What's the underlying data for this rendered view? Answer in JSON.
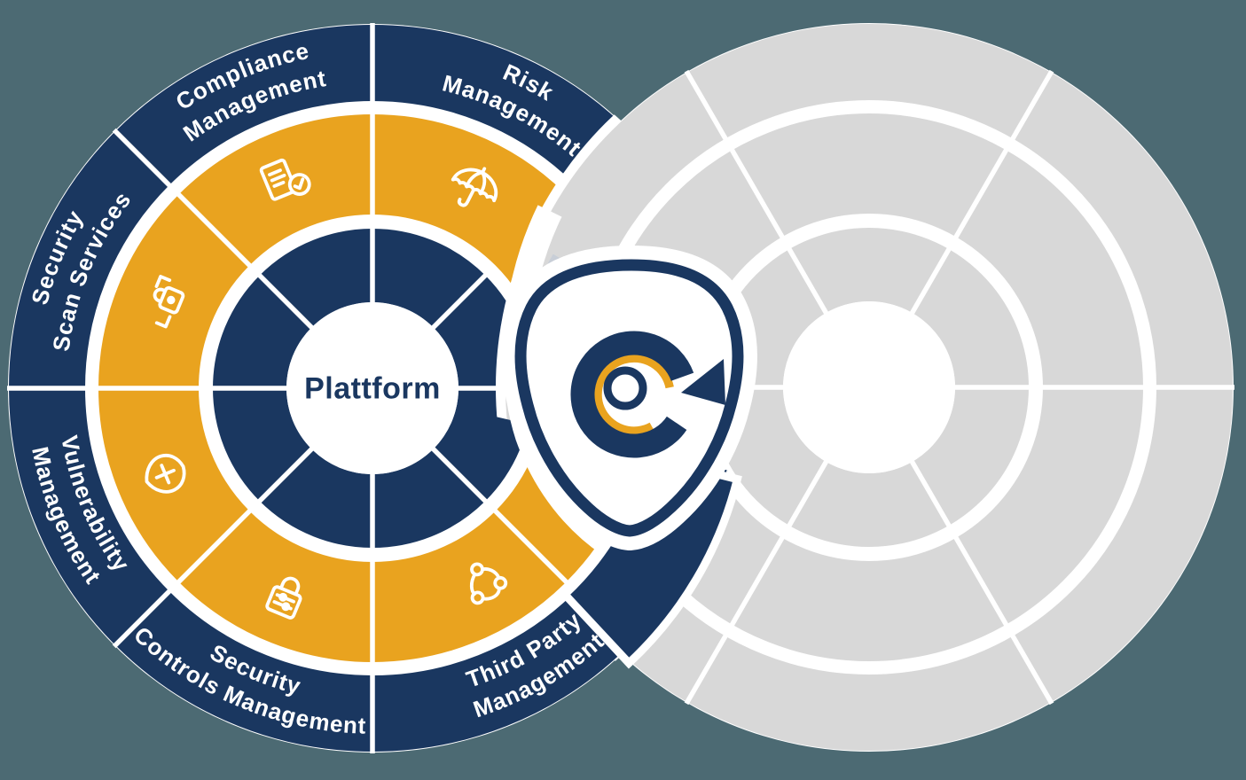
{
  "diagram": {
    "background_color": "#4C6A73",
    "colors": {
      "navy": "#1A3760",
      "orange": "#E9A31F",
      "ghost_gray": "#D8D8D8",
      "white": "#FFFFFF",
      "trail_gradient": [
        "#C8CED7",
        "#8494AB",
        "#33517C",
        "#1A3760"
      ]
    },
    "center_label": "Plattform",
    "segments": [
      {
        "id": "compliance-management",
        "label_line1": "Compliance",
        "label_line2": "Management",
        "angle": 337.5,
        "icon": "document-check-icon"
      },
      {
        "id": "risk-management",
        "label_line1": "Risk",
        "label_line2": "Management",
        "angle": 27,
        "icon": "umbrella-icon"
      },
      {
        "id": "third-party-management",
        "label_line1": "Third Party",
        "label_line2": "Management",
        "angle": 150,
        "icon": "network-nodes-icon"
      },
      {
        "id": "security-controls-management",
        "label_line1": "Security",
        "label_line2": "Controls Management",
        "angle": 202.5,
        "icon": "padlock-sliders-icon"
      },
      {
        "id": "vulnerability-management",
        "label_line1": "Vulnerability",
        "label_line2": "Management",
        "angle": 247.5,
        "icon": "shield-plus-icon"
      },
      {
        "id": "security-scan-services",
        "label_line1": "Security",
        "label_line2": "Scan Services",
        "angle": 292.5,
        "icon": "scan-lock-icon"
      }
    ],
    "ghost_wheel": {
      "present": true
    },
    "logo": {
      "name": "shield-c-logo",
      "monogram": "C"
    }
  }
}
